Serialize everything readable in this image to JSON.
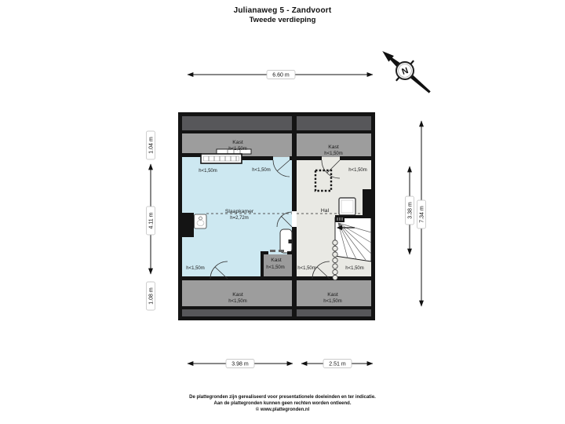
{
  "title": {
    "line1": "Julianaweg 5 - Zandvoort",
    "line2": "Tweede verdieping"
  },
  "compass": {
    "north": "N"
  },
  "plan": {
    "rooms": {
      "slaapkamer": {
        "name": "Slaapkamer",
        "height": "h=2,72m"
      },
      "hal": {
        "name": "Hal"
      },
      "kast": {
        "name": "Kast"
      },
      "height_note": "h<1,50m"
    }
  },
  "dimensions": {
    "top": "6.60 m",
    "bottom_left": "3.98 m",
    "bottom_right": "2.51 m",
    "left_top": "1.04 m",
    "left_mid": "4.11 m",
    "left_bottom": "1.08 m",
    "right_inner": "3.38 m",
    "right_outer": "7.34 m"
  },
  "footer": {
    "line1": "De plattegronden zijn gerealiseerd voor presentationele doeleinden en ter indicatie.",
    "line2": "Aan de plattegronden kunnen geen rechten worden ontleend.",
    "line3": "© www.plattegronden.nl"
  },
  "colors": {
    "bedroom": "#cde8f1",
    "hall": "#e9e9e4",
    "closet": "#9d9d9d",
    "closet_small": "#9b9b9b",
    "eaves": "#57575a",
    "wall": "#141414"
  }
}
